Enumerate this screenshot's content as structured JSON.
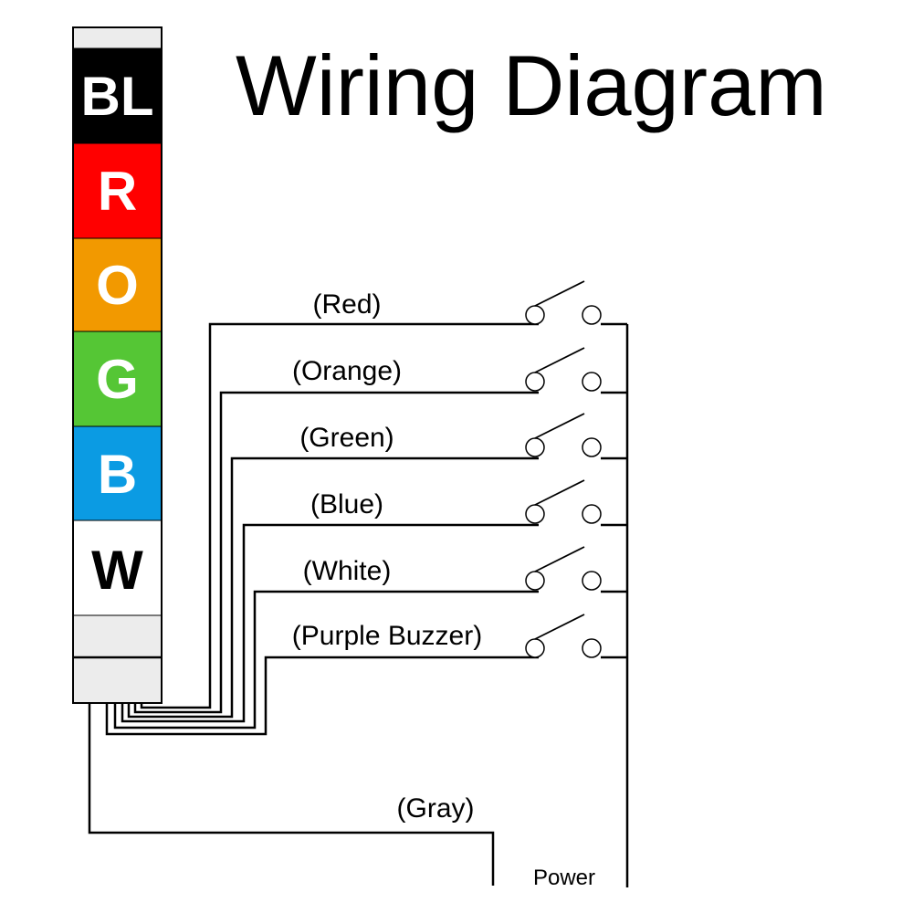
{
  "title": "Wiring Diagram",
  "tower": {
    "segments": [
      {
        "letter": "BL",
        "color": "#000000",
        "text_color": "#ffffff"
      },
      {
        "letter": "R",
        "color": "#ff0000",
        "text_color": "#ffffff"
      },
      {
        "letter": "O",
        "color": "#f29900",
        "text_color": "#ffffff"
      },
      {
        "letter": "G",
        "color": "#55c635",
        "text_color": "#ffffff"
      },
      {
        "letter": "B",
        "color": "#0b9be3",
        "text_color": "#ffffff"
      },
      {
        "letter": "W",
        "color": "#ffffff",
        "text_color": "#000000"
      }
    ],
    "housing_color": "#ececec"
  },
  "wires": [
    {
      "label": "(Red)"
    },
    {
      "label": "(Orange)"
    },
    {
      "label": "(Green)"
    },
    {
      "label": "(Blue)"
    },
    {
      "label": "(White)"
    },
    {
      "label": "(Purple Buzzer)"
    }
  ],
  "gray_wire": {
    "label": "(Gray)"
  },
  "power_label": "Power"
}
